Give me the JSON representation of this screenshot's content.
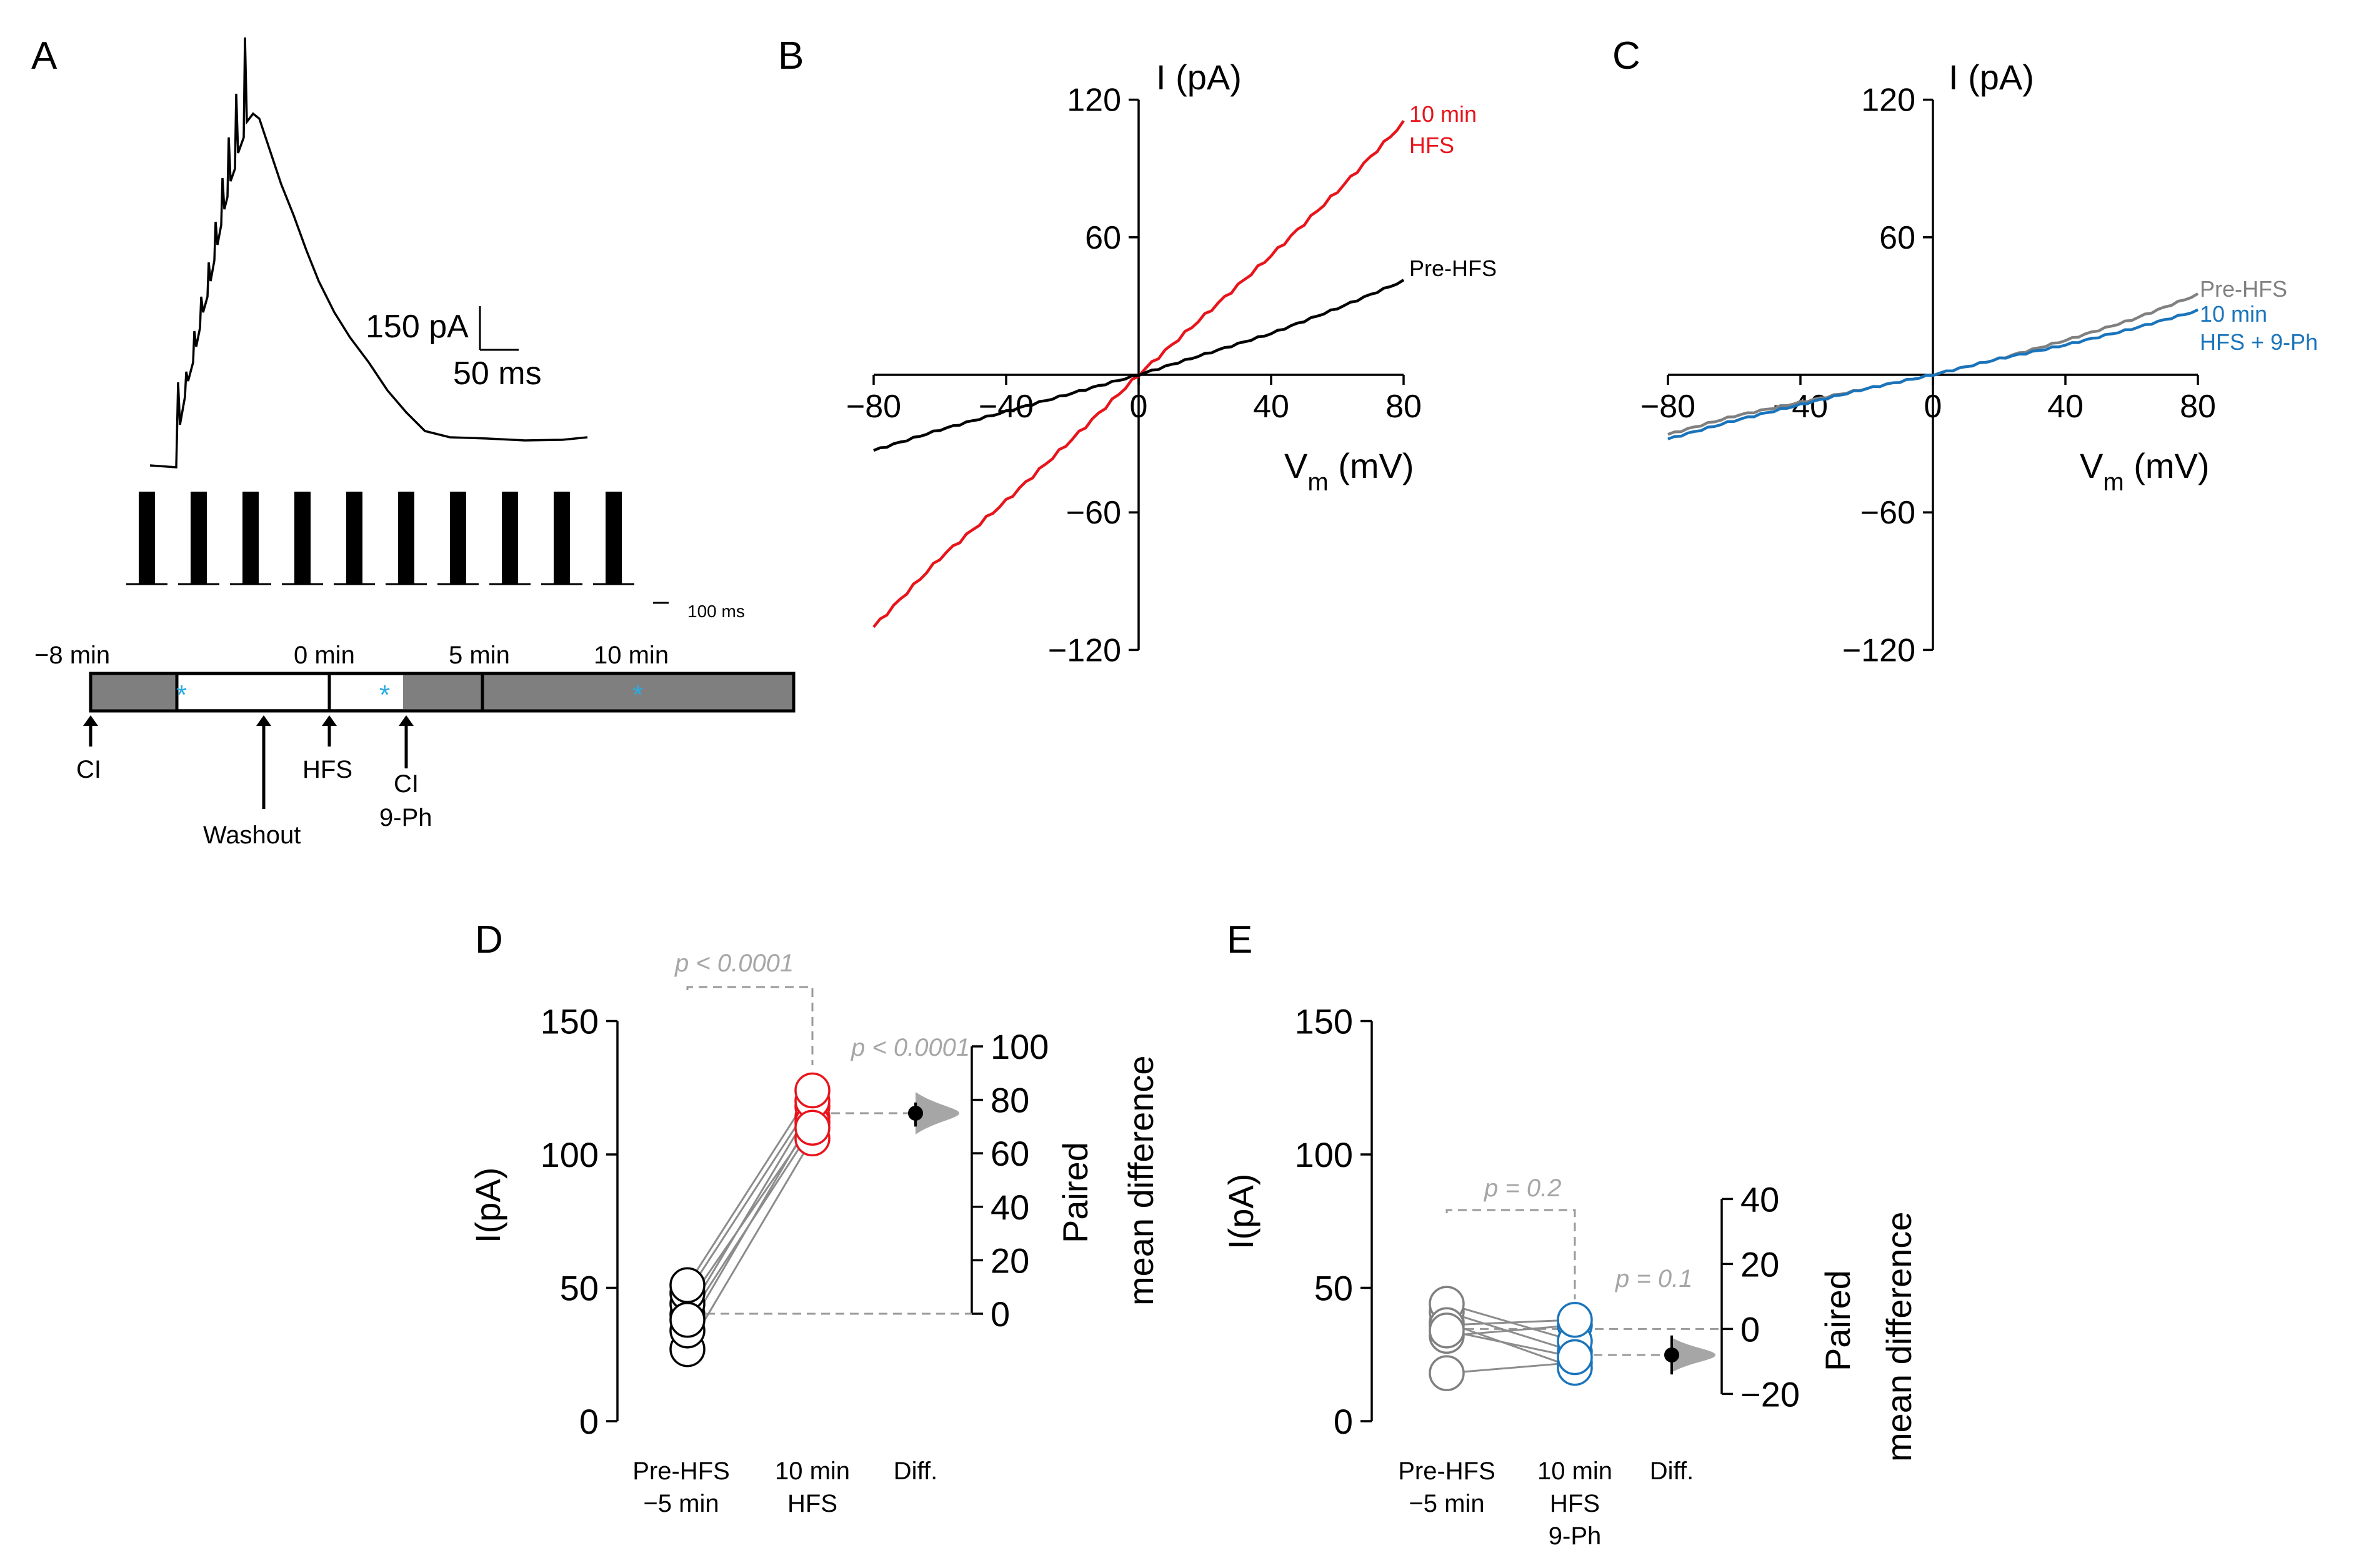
{
  "panels": {
    "A": {
      "letter": "A",
      "scale_bar": {
        "current": "150 pA",
        "time": "50 ms"
      },
      "stim_scale": "100 ms",
      "stim_pulses": 10,
      "timeline": {
        "labels": [
          "−8 min",
          "0 min",
          "5 min",
          "10 min"
        ],
        "events": [
          "CI",
          "Washout",
          "HFS",
          "CI",
          "9-Ph"
        ]
      }
    },
    "B": {
      "letter": "B",
      "ylabel": "I (pA)",
      "xlabel_main": "V",
      "xlabel_sub": "m",
      "xlabel_unit": " (mV)",
      "xticks": [
        "−80",
        "−40",
        "0",
        "40",
        "80"
      ],
      "yticks": [
        "120",
        "60",
        "−60",
        "−120"
      ],
      "labels": {
        "red_1": "10 min",
        "red_2": "HFS",
        "black": "Pre-HFS"
      }
    },
    "C": {
      "letter": "C",
      "ylabel": "I (pA)",
      "xlabel_main": "V",
      "xlabel_sub": "m",
      "xlabel_unit": " (mV)",
      "xticks": [
        "−80",
        "−40",
        "0",
        "40",
        "80"
      ],
      "yticks": [
        "120",
        "60",
        "−60",
        "−120"
      ],
      "labels": {
        "grey": "Pre-HFS",
        "blue_1": "10 min",
        "blue_2": "HFS + 9-Ph"
      }
    },
    "D": {
      "letter": "D",
      "ylabel": "I(pA)",
      "yticks": [
        "0",
        "50",
        "100",
        "150"
      ],
      "right_ylabel_1": "Paired",
      "right_ylabel_2": "mean difference",
      "right_ticks": [
        "0",
        "20",
        "40",
        "60",
        "80",
        "100"
      ],
      "p_top": "p < 0.0001",
      "p_right": "p < 0.0001",
      "cat1_1": "Pre-HFS",
      "cat1_2": "−5 min",
      "cat2_1": "10 min",
      "cat2_2": "HFS",
      "cat3": "Diff."
    },
    "E": {
      "letter": "E",
      "ylabel": "I(pA)",
      "yticks": [
        "0",
        "50",
        "100",
        "150"
      ],
      "right_ylabel_1": "Paired",
      "right_ylabel_2": "mean difference",
      "right_ticks": [
        "−20",
        "0",
        "20",
        "40"
      ],
      "p_top": "p = 0.2",
      "p_right": "p = 0.1",
      "cat1_1": "Pre-HFS",
      "cat1_2": "−5 min",
      "cat2_1": "10 min",
      "cat2_2": "HFS",
      "cat2_3": "9-Ph",
      "cat3": "Diff."
    }
  },
  "colors": {
    "red": "#e8141c",
    "blue": "#1a74bb",
    "grey": "#808080",
    "lightgrey": "#a6a6a6",
    "timeline_fill": "#7f7f7f",
    "asterisk": "#29abe2"
  },
  "chart_data": [
    {
      "panel": "B",
      "type": "line",
      "xlim": [
        -80,
        80
      ],
      "ylim": [
        -120,
        120
      ],
      "series": [
        {
          "name": "10 min HFS",
          "color": "#e8141c",
          "x": [
            -80,
            -60,
            -40,
            -20,
            0,
            20,
            40,
            60,
            80
          ],
          "y": [
            -110,
            -80,
            -55,
            -28,
            0,
            26,
            52,
            80,
            110
          ]
        },
        {
          "name": "Pre-HFS",
          "color": "#000000",
          "x": [
            -80,
            -60,
            -40,
            -20,
            0,
            20,
            40,
            60,
            80
          ],
          "y": [
            -33,
            -24,
            -16,
            -8,
            0,
            9,
            18,
            29,
            41
          ]
        }
      ]
    },
    {
      "panel": "C",
      "type": "line",
      "xlim": [
        -80,
        80
      ],
      "ylim": [
        -120,
        120
      ],
      "series": [
        {
          "name": "Pre-HFS",
          "color": "#808080",
          "x": [
            -80,
            -60,
            -40,
            -20,
            0,
            20,
            40,
            60,
            80
          ],
          "y": [
            -26,
            -18,
            -12,
            -6,
            0,
            7,
            15,
            24,
            35
          ]
        },
        {
          "name": "10 min HFS + 9-Ph",
          "color": "#1a74bb",
          "x": [
            -80,
            -60,
            -40,
            -20,
            0,
            20,
            40,
            60,
            80
          ],
          "y": [
            -28,
            -20,
            -13,
            -6,
            0,
            7,
            13,
            20,
            28
          ]
        }
      ]
    },
    {
      "panel": "D",
      "type": "scatter",
      "ylim": [
        0,
        150
      ],
      "diff_ylim": [
        0,
        100
      ],
      "categories": [
        "Pre-HFS −5 min",
        "10 min HFS",
        "Diff."
      ],
      "pairs": [
        [
          27,
          106
        ],
        [
          34,
          114
        ],
        [
          40,
          118
        ],
        [
          44,
          112
        ],
        [
          48,
          120
        ],
        [
          51,
          124
        ],
        [
          38,
          110
        ]
      ],
      "paired_mean_difference": 75,
      "ci": [
        70,
        79
      ]
    },
    {
      "panel": "E",
      "type": "scatter",
      "ylim": [
        0,
        150
      ],
      "diff_ylim": [
        -20,
        40
      ],
      "categories": [
        "Pre-HFS −5 min",
        "10 min HFS 9-Ph",
        "Diff."
      ],
      "pairs": [
        [
          18,
          22
        ],
        [
          32,
          36
        ],
        [
          37,
          20
        ],
        [
          41,
          26
        ],
        [
          44,
          30
        ],
        [
          36,
          38
        ],
        [
          34,
          24
        ]
      ],
      "paired_mean_difference": -8,
      "ci": [
        -14,
        -2
      ]
    }
  ]
}
